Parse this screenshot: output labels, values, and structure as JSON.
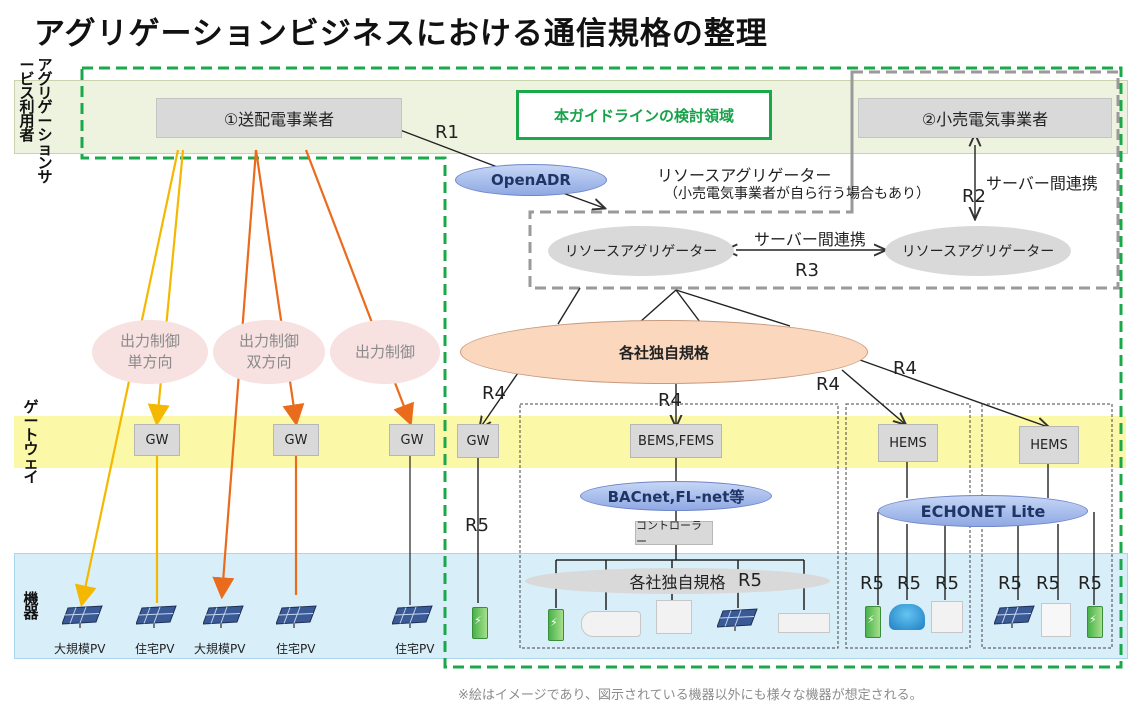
{
  "title": "アグリゲーションビジネスにおける通信規格の整理",
  "rows": {
    "aggregation": "アグリゲーションサービス利用者",
    "gateway": "ゲートウェイ",
    "devices": "機器"
  },
  "nodes": {
    "tso": "①送配電事業者",
    "retailer": "②小売電気事業者",
    "scope_label": "本ガイドラインの検討領域",
    "openadr": "OpenADR",
    "resource_agg_title": "リソースアグリゲーター",
    "resource_agg_note": "（小売電気事業者が自ら行う場合もあり）",
    "ra_left": "リソースアグリゲーター",
    "ra_right": "リソースアグリゲーター",
    "server_link_top": "サーバー間連携",
    "server_link_mid": "サーバー間連携",
    "proprietary_top": "各社独自規格",
    "proprietary_bottom": "各社独自規格",
    "bacnet": "BACnet,FL-net等",
    "controller": "コントローラー",
    "echonet": "ECHONET Lite",
    "bems": "BEMS,FEMS",
    "hems1": "HEMS",
    "hems2": "HEMS"
  },
  "control_labels": [
    "出力制御\n単方向",
    "出力制御\n双方向",
    "出力制御"
  ],
  "gateways": [
    "GW",
    "GW",
    "GW",
    "GW"
  ],
  "r_labels": {
    "r1": "R1",
    "r2": "R2",
    "r3": "R3",
    "r4a": "R4",
    "r4b": "R4",
    "r4c": "R4",
    "r4d": "R4",
    "r5a": "R5",
    "r5b": "R5",
    "r5c": "R5",
    "r5d": "R5",
    "r5e": "R5",
    "r5f": "R5",
    "r5g": "R5",
    "r5h": "R5"
  },
  "pv_labels": [
    "大規模PV",
    "住宅PV",
    "大規模PV",
    "住宅PV",
    "住宅PV"
  ],
  "footnote": "※絵はイメージであり、図示されている機器以外にも様々な機器が想定される。",
  "colors": {
    "scope_green": "#1aa84a",
    "arrow_yellow": "#f5b800",
    "arrow_orange": "#ea6b1c",
    "dashed_grey": "#9a9a9a"
  }
}
